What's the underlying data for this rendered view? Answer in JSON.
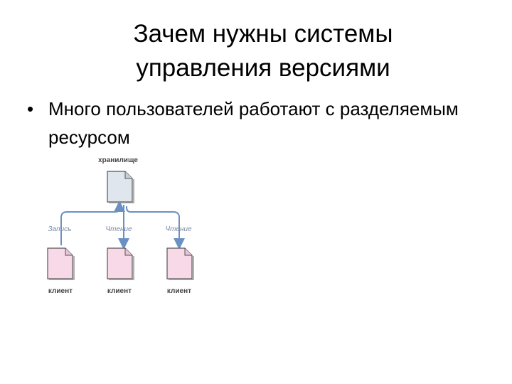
{
  "slide": {
    "title_line1": "Зачем нужны системы",
    "title_line2": "управления версиями",
    "bullet_marker": "•",
    "bullet_text": "Много пользователей работают с разделяемым ресурсом"
  },
  "diagram": {
    "repository_label": "хранилище",
    "clients": [
      {
        "action": "Запись",
        "label": "клиент"
      },
      {
        "action": "Чтение",
        "label": "клиент"
      },
      {
        "action": "Чтение",
        "label": "клиент"
      }
    ],
    "colors": {
      "repository_fill": "#dfe6ee",
      "client_fill": "#f7d9e8",
      "arrow": "#6a90c4",
      "doc_stroke": "#555555"
    }
  }
}
